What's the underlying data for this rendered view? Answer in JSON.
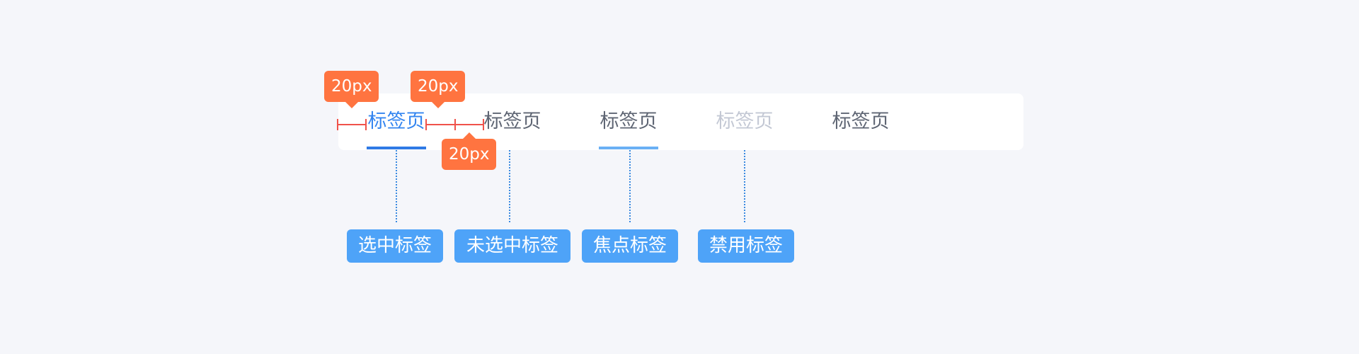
{
  "tabs": [
    {
      "label": "标签页",
      "state": "selected"
    },
    {
      "label": "标签页",
      "state": "unselected"
    },
    {
      "label": "标签页",
      "state": "focus"
    },
    {
      "label": "标签页",
      "state": "disabled"
    },
    {
      "label": "标签页",
      "state": "normal"
    }
  ],
  "annotations": {
    "selected": "选中标签",
    "unselected": "未选中标签",
    "focus": "焦点标签",
    "disabled": "禁用标签"
  },
  "spacing": {
    "left_padding": "20px",
    "tab_gap": "20px",
    "tab_gap_second": "20px"
  },
  "colors": {
    "background": "#f5f6fa",
    "selected_text": "#3385f0",
    "selected_underline": "#2f7ae5",
    "focus_underline": "#6ab0f5",
    "disabled_text": "#c3c8d4",
    "label_bg": "#4ea3f8",
    "measure_bubble": "#ff7440",
    "measure_line": "#f0524b"
  }
}
